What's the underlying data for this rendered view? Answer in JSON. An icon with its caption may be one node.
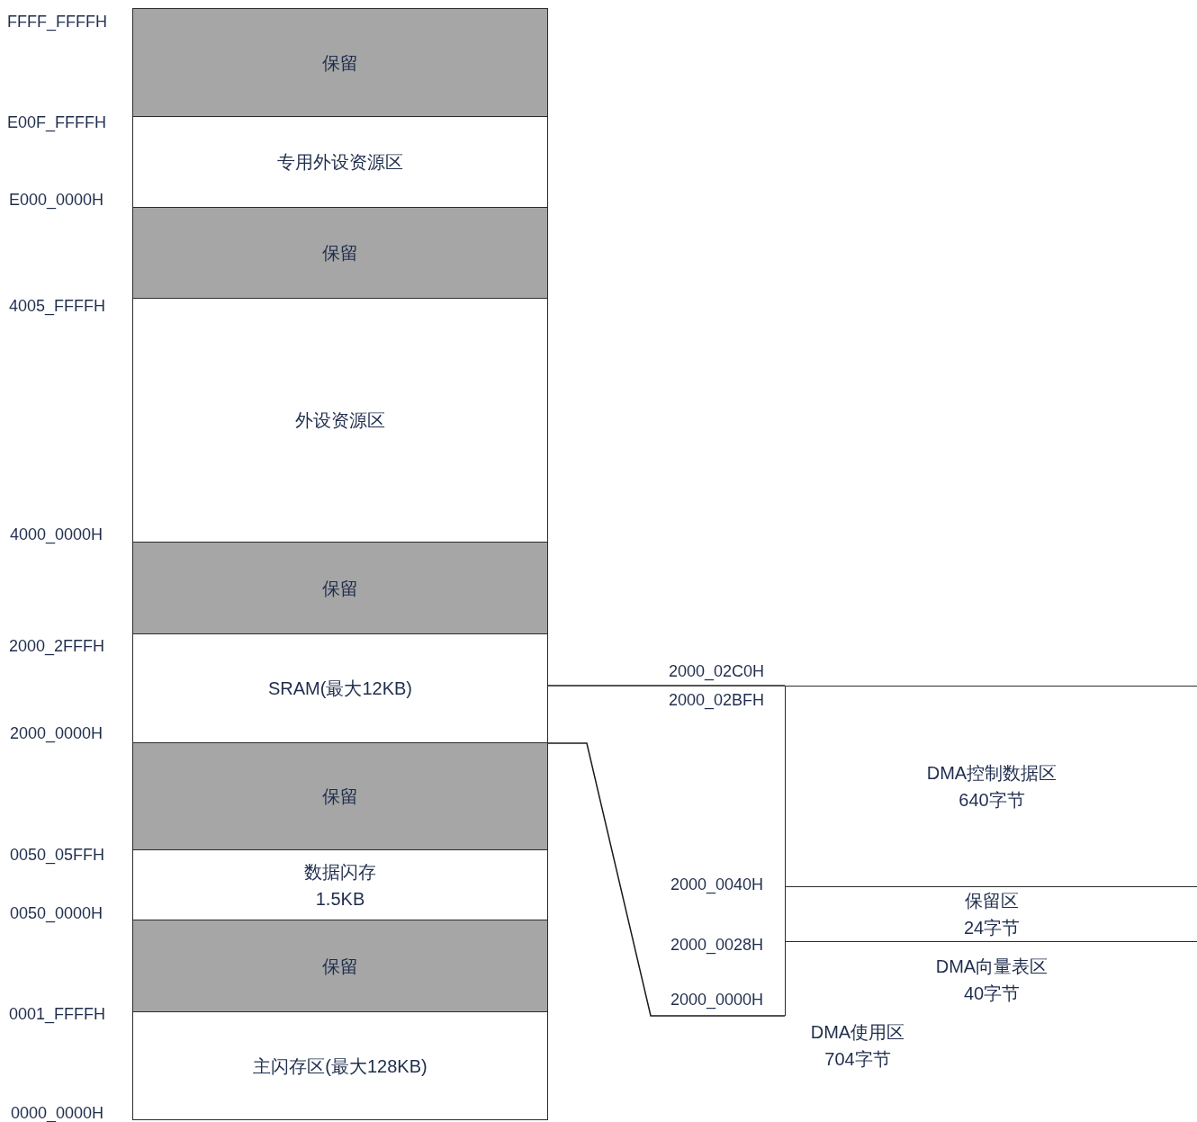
{
  "diagram": {
    "nodes": [
      {
        "text": [
          "保留"
        ]
      },
      {
        "text": [
          "专用外设资源区"
        ]
      },
      {
        "text": [
          "保留"
        ]
      },
      {
        "text": [
          "外设资源区"
        ]
      },
      {
        "text": [
          "保留"
        ]
      },
      {
        "text": [
          "SRAM(最大12KB)"
        ]
      },
      {
        "text": [
          "保留"
        ]
      },
      {
        "text": [
          "数据闪存",
          "1.5KB"
        ]
      },
      {
        "text": [
          "保留"
        ]
      },
      {
        "text": [
          "主闪存区(最大128KB)"
        ]
      },
      {
        "text": [
          "DMA使用区",
          "704字节"
        ]
      },
      {
        "text": [
          "DMA控制数据区",
          "640字节"
        ],
        "in": 10
      },
      {
        "text": [
          "保留区",
          "24字节"
        ],
        "in": 10
      },
      {
        "text": [
          "DMA向量表区",
          "40字节"
        ],
        "in": 10
      }
    ],
    "edges": [
      {
        "from": 5,
        "to": 10,
        "arrow": "none"
      },
      {
        "from": 5,
        "to": 10,
        "arrow": "none"
      }
    ],
    "labels": [
      "FFFF_FFFFH",
      "E00F_FFFFH",
      "E000_0000H",
      "4005_FFFFH",
      "4000_0000H",
      "2000_2FFFH",
      "2000_0000H",
      "0050_05FFH",
      "0050_0000H",
      "0001_FFFFH",
      "0000_0000H",
      "2000_02C0H",
      "2000_02BFH",
      "2000_0040H",
      "2000_0028H",
      "2000_0000H"
    ]
  }
}
